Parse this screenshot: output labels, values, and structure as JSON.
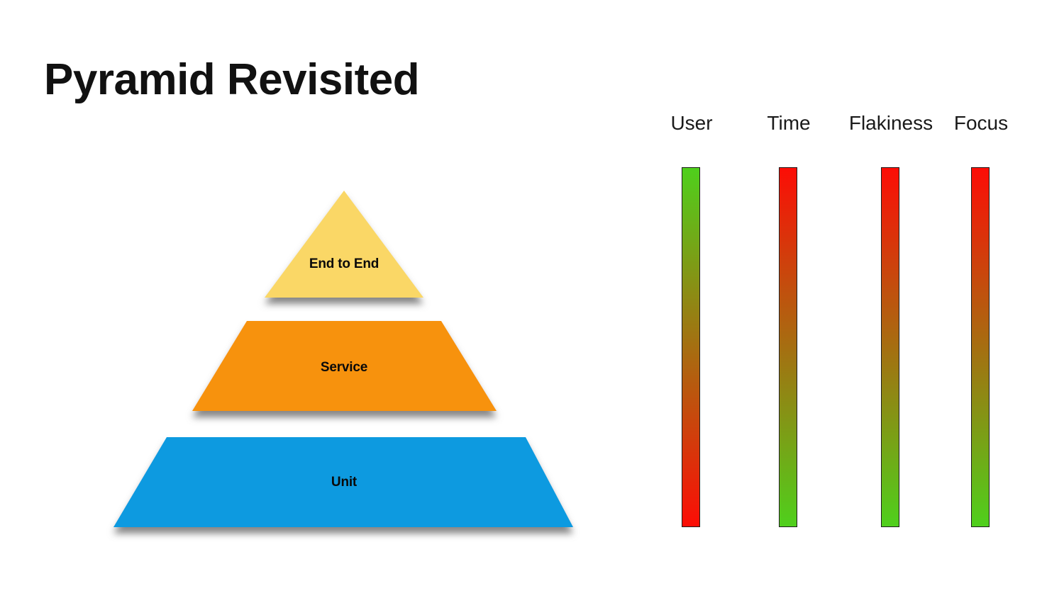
{
  "slide": {
    "title": "Pyramid Revisited",
    "background_color": "#ffffff",
    "title_color": "#111111"
  },
  "pyramid": {
    "name": "test-pyramid",
    "tiers": [
      {
        "id": "end-to-end",
        "label": "End to End",
        "fill": "#fad766",
        "level": "top"
      },
      {
        "id": "service",
        "label": "Service",
        "fill": "#f7920d",
        "level": "middle"
      },
      {
        "id": "unit",
        "label": "Unit",
        "fill": "#0d9ae0",
        "level": "bottom"
      }
    ],
    "shadow_color": "#8a8a8a"
  },
  "chart_data": {
    "type": "heatmap",
    "title": "",
    "xlabel": "",
    "ylabel": "",
    "legend": "none",
    "grid": false,
    "description": "Four vertical gradient bars aligned to the pyramid tiers; top of bar = End to End tier, bottom of bar = Unit tier.",
    "scale_endpoints": {
      "good": "#4fd01c",
      "bad": "#fc0d06"
    },
    "categories": [
      "User",
      "Time",
      "Flakiness",
      "Focus"
    ],
    "series": [
      {
        "name": "User",
        "top_color": "#4fd01c",
        "bottom_color": "#fc0d06",
        "direction": "green-to-red",
        "top_value": 1,
        "bottom_value": 0
      },
      {
        "name": "Time",
        "top_color": "#fc0d06",
        "bottom_color": "#4fd01c",
        "direction": "red-to-green",
        "top_value": 0,
        "bottom_value": 1
      },
      {
        "name": "Flakiness",
        "top_color": "#fc0d06",
        "bottom_color": "#4fd01c",
        "direction": "red-to-green",
        "top_value": 0,
        "bottom_value": 1
      },
      {
        "name": "Focus",
        "top_color": "#fc0d06",
        "bottom_color": "#4fd01c",
        "direction": "red-to-green",
        "top_value": 0,
        "bottom_value": 1
      }
    ]
  },
  "bars": [
    {
      "id": "user",
      "label": "User",
      "gradient": "green-to-red"
    },
    {
      "id": "time",
      "label": "Time",
      "gradient": "red-to-green"
    },
    {
      "id": "flakiness",
      "label": "Flakiness",
      "gradient": "red-to-green"
    },
    {
      "id": "focus",
      "label": "Focus",
      "gradient": "red-to-green"
    }
  ]
}
